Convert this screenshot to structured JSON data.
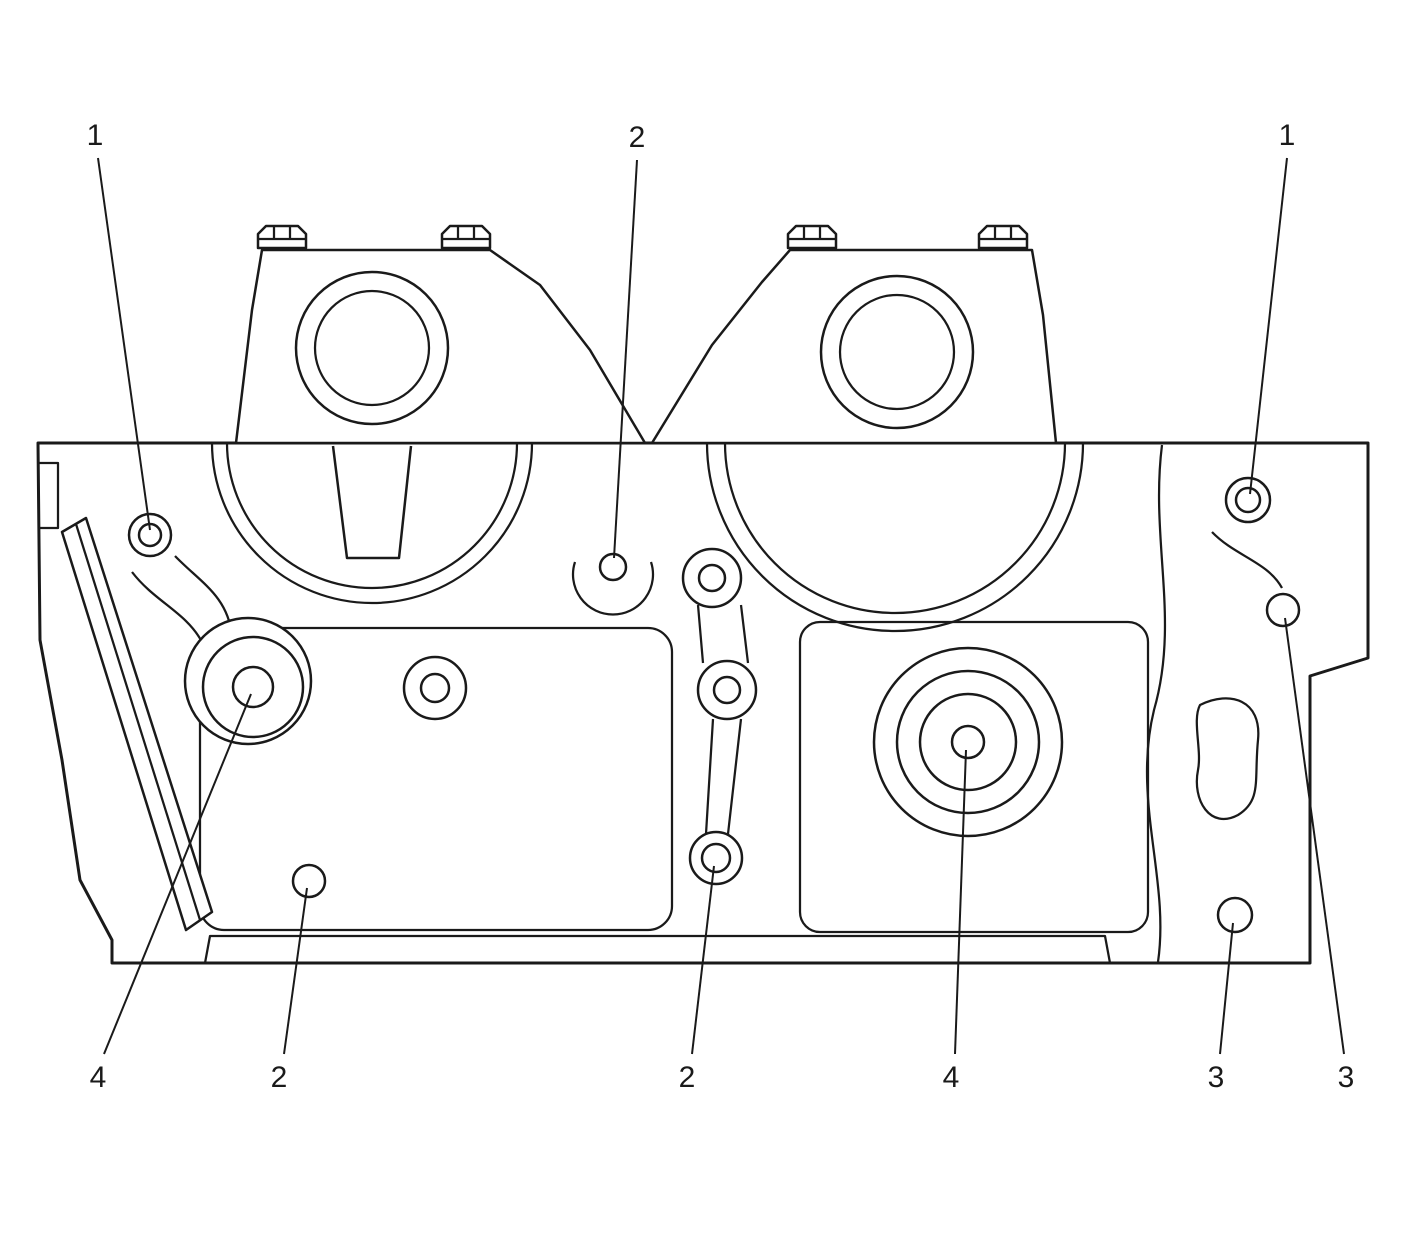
{
  "figure": {
    "background_color": "#ffffff",
    "line_color": "#1a1a1a",
    "callouts": [
      {
        "id": "top-left",
        "label": "1"
      },
      {
        "id": "top-center",
        "label": "2"
      },
      {
        "id": "top-right",
        "label": "1"
      },
      {
        "id": "bottom-far-left",
        "label": "4"
      },
      {
        "id": "bottom-left",
        "label": "2"
      },
      {
        "id": "bottom-center",
        "label": "2"
      },
      {
        "id": "bottom-mid-right",
        "label": "4"
      },
      {
        "id": "bottom-right",
        "label": "3"
      },
      {
        "id": "bottom-far-right",
        "label": "3"
      }
    ]
  }
}
